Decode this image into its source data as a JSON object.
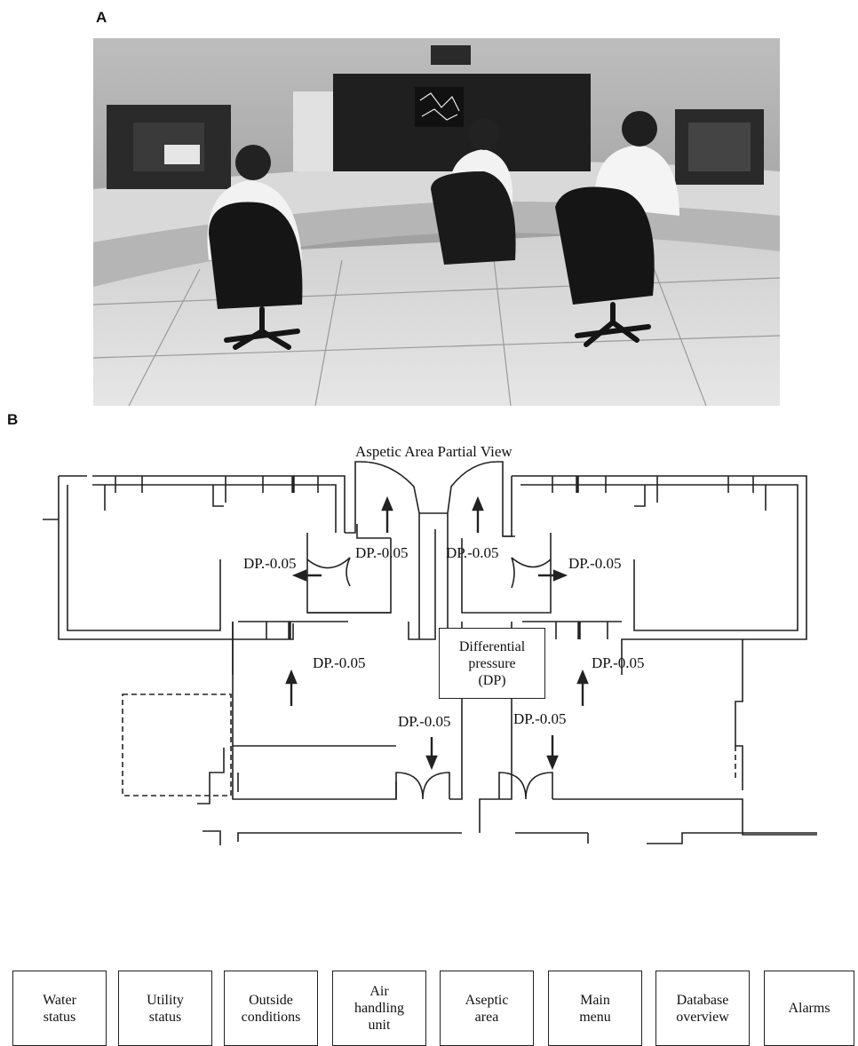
{
  "panels": {
    "a": "A",
    "b": "B"
  },
  "photo": {
    "subject": "control-room-operators-at-console"
  },
  "plan": {
    "title": "Aspetic Area Partial View",
    "dp_labels": [
      "DP.-0.05",
      "DP.-0.05",
      "DP.-0.05",
      "DP.-0.05",
      "DP.-0.05",
      "DP.-0.05",
      "DP.-0.05",
      "DP.-0.05"
    ],
    "legend_box": "Differential\npressure\n(DP)"
  },
  "nav": [
    {
      "label": "Water\nstatus"
    },
    {
      "label": "Utility\nstatus"
    },
    {
      "label": "Outside\nconditions"
    },
    {
      "label": "Air\nhandling\nunit"
    },
    {
      "label": "Aseptic\narea"
    },
    {
      "label": "Main\nmenu"
    },
    {
      "label": "Database\noverview"
    },
    {
      "label": "Alarms"
    }
  ],
  "colors": {
    "line": "#222222",
    "photo_bg": "#6d6d6d"
  }
}
